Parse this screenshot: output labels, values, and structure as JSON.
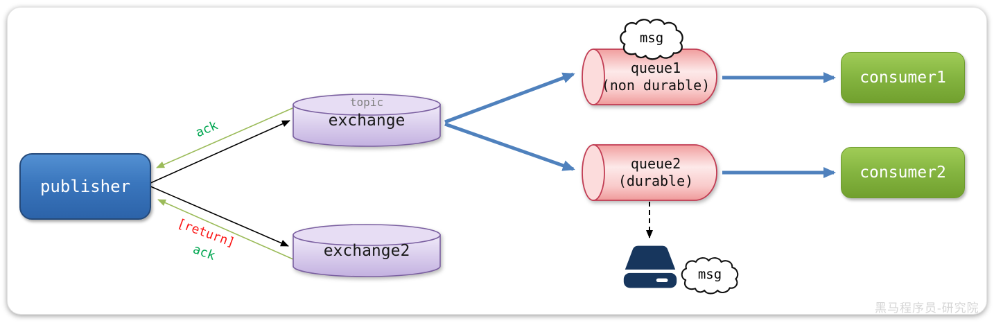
{
  "nodes": {
    "publisher": {
      "label": "publisher"
    },
    "exchange1": {
      "type_label": "topic",
      "label": "exchange"
    },
    "exchange2": {
      "label": "exchange2"
    },
    "queue1": {
      "name": "queue1",
      "durability": "(non durable)"
    },
    "queue2": {
      "name": "queue2",
      "durability": "(durable)"
    },
    "consumer1": {
      "label": "consumer1"
    },
    "consumer2": {
      "label": "consumer2"
    }
  },
  "annotations": {
    "msg_top": "msg",
    "msg_bottom": "msg",
    "ack_top": "ack",
    "return_label": "[return]",
    "ack_bottom": "ack"
  },
  "watermark": "黑马程序员-研究院",
  "colors": {
    "publisher_blue": "#3a76bd",
    "exchange_fill": "#cdbce7",
    "exchange_border": "#7a5fa0",
    "queue_fill": "#fbd3d3",
    "queue_border": "#c13b52",
    "consumer_green": "#84b440",
    "arrow_blue": "#4f81bd",
    "arrow_green": "#9bbb59",
    "ack_text_green": "#00a650",
    "return_text_red": "#fb1414",
    "disk_navy": "#17365d"
  }
}
